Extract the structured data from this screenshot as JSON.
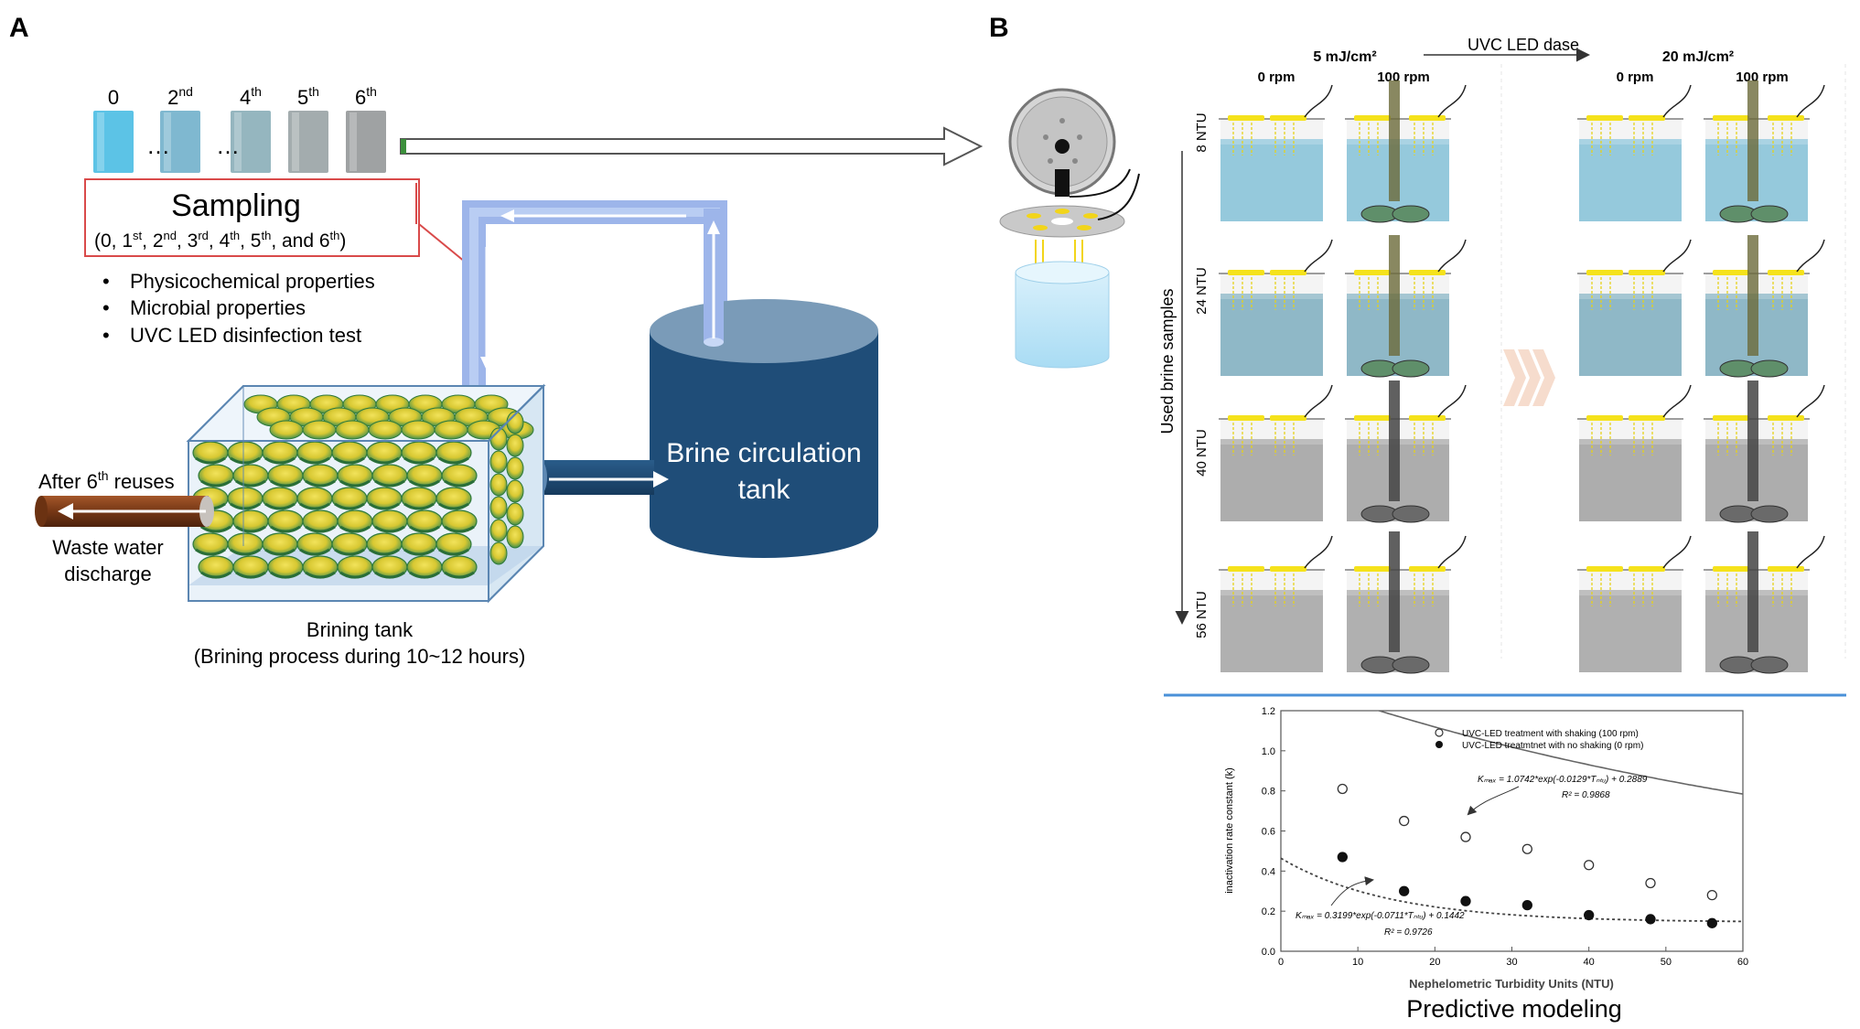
{
  "panel_a": {
    "label": "A",
    "samples": [
      {
        "base": "0",
        "sup": "",
        "color": "#5cc3e6"
      },
      {
        "base": "2",
        "sup": "nd",
        "color": "#7fb8d0"
      },
      {
        "base": "4",
        "sup": "th",
        "color": "#95b6bf"
      },
      {
        "base": "5",
        "sup": "th",
        "color": "#a3acae"
      },
      {
        "base": "6",
        "sup": "th",
        "color": "#9fa2a3"
      }
    ],
    "ellipsis": "…",
    "sampling_title": "Sampling",
    "sampling_detail": {
      "p1": "(0, 1",
      "s1": "st",
      "p2": ", 2",
      "s2": "nd",
      "p3": ", 3",
      "s3": "rd",
      "p4": ", 4",
      "s4": "th",
      "p5": ", 5",
      "s5": "th",
      "p6": ", and 6",
      "s6": "th",
      "p7": ")"
    },
    "bullets": [
      "Physicochemical properties",
      "Microbial properties",
      "UVC LED disinfection test"
    ],
    "after_reuses": {
      "pre": "After 6",
      "sup": "th",
      "post": " reuses"
    },
    "waste_line1": "Waste water",
    "waste_line2": "discharge",
    "tank_label_line1": "Brine circulation",
    "tank_label_line2": "tank",
    "brining_line1": "Brining tank",
    "brining_line2": "(Brining process during 10~12 hours)"
  },
  "panel_b": {
    "label": "B",
    "dose_low": "5 mJ/cm²",
    "dose_high": "20 mJ/cm²",
    "dose_axis": "UVC LED dase",
    "rpm_labels": [
      "0 rpm",
      "100 rpm",
      "0 rpm",
      "100 rpm"
    ],
    "ntu_labels": [
      "8 NTU",
      "24 NTU",
      "40 NTU",
      "56 NTU"
    ],
    "side_label": "Used brine samples",
    "row_colors": [
      "#8fc6da",
      "#89b4c4",
      "#a9a9a9",
      "#acacac"
    ]
  },
  "chart_data": {
    "type": "scatter",
    "title": "Predictive modeling",
    "xlabel": "Nephelometric Turbidity Units (NTU)",
    "ylabel": "inactivation rate constant (k)",
    "xlim": [
      0,
      60
    ],
    "ylim": [
      0,
      1.2
    ],
    "xticks": [
      0,
      10,
      20,
      30,
      40,
      50,
      60
    ],
    "yticks": [
      0.0,
      0.2,
      0.4,
      0.6,
      0.8,
      1.0,
      1.2
    ],
    "series": [
      {
        "name": "UVC-LED treatment with shaking (100 rpm)",
        "marker": "open-circle",
        "x": [
          8,
          16,
          24,
          32,
          40,
          48,
          56
        ],
        "y": [
          0.81,
          0.65,
          0.57,
          0.51,
          0.43,
          0.34,
          0.28
        ],
        "fit": {
          "a": 1.0742,
          "b": 0.0129,
          "c": 0.2889
        }
      },
      {
        "name": "UVC-LED treatmtnet with no shaking (0 rpm)",
        "marker": "filled-circle",
        "x": [
          8,
          16,
          24,
          32,
          40,
          48,
          56
        ],
        "y": [
          0.47,
          0.3,
          0.25,
          0.23,
          0.18,
          0.16,
          0.14
        ],
        "fit": {
          "a": 0.3199,
          "b": 0.0711,
          "c": 0.1442
        }
      }
    ],
    "annotations": [
      {
        "eq": "Kₘₐₓ = 1.0742*exp(-0.0129*Tₙₜᵤ) + 0.2889",
        "r2": "R² = 0.9868"
      },
      {
        "eq": "Kₘₐₓ = 0.3199*exp(-0.0711*Tₙₜᵤ) + 0.1442",
        "r2": "R² = 0.9726"
      }
    ]
  }
}
